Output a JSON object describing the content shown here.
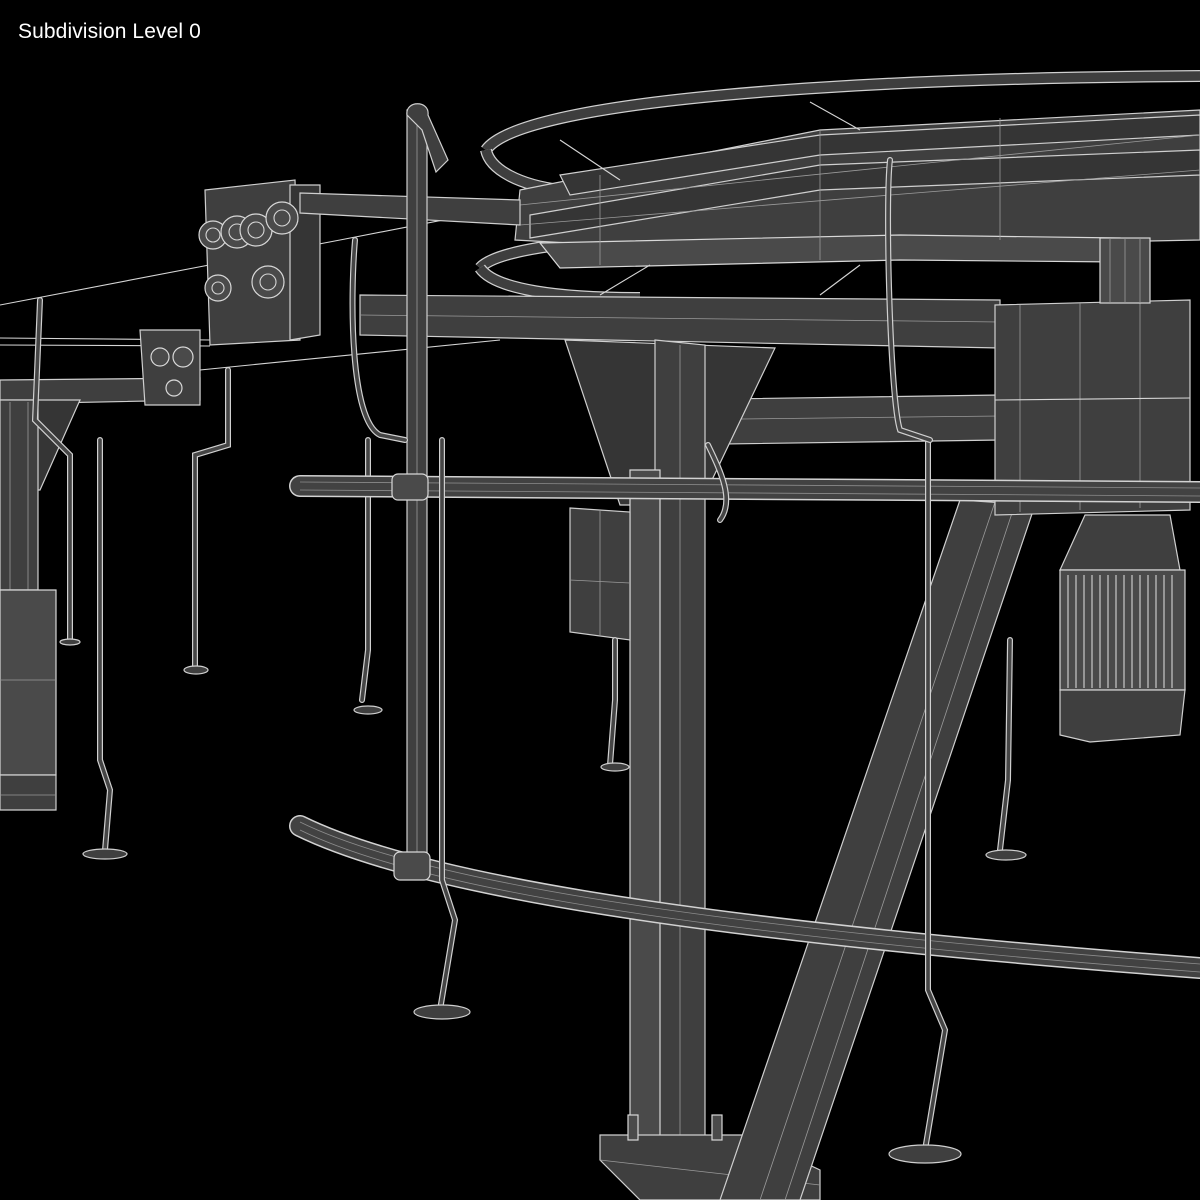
{
  "viewport": {
    "title": "Subdivision Level 0",
    "background": "#000000",
    "wireframe_color": "#d0d0d0",
    "surface_color": "#3f3f3f"
  },
  "model": {
    "subject": "ski lift bullwheel terminal station",
    "render_style": "wireframe"
  }
}
